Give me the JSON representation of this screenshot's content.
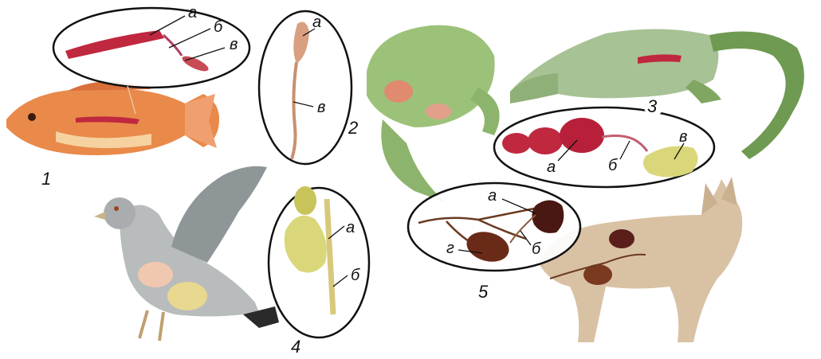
{
  "labels": {
    "fish": {
      "number": "1",
      "a": "а",
      "b": "б",
      "v": "в"
    },
    "frog": {
      "number": "2",
      "a": "а",
      "v": "в"
    },
    "crocodile": {
      "number": "3",
      "a": "а",
      "b": "б",
      "v": "в"
    },
    "pigeon": {
      "number": "4",
      "a": "а",
      "b": "б"
    },
    "cat": {
      "number": "5",
      "a": "а",
      "b": "б",
      "g": "г"
    }
  },
  "colors": {
    "organ_red": "#c0283f",
    "fish_body": "#e98a4a",
    "frog_body": "#9cc27a",
    "croc_body": "#6f9a52",
    "pigeon_body": "#b9bcbc",
    "cat_body": "#d9c2a4",
    "kidney_dark": "#5a1f1a",
    "bladder_yellow": "#d9d77a"
  }
}
